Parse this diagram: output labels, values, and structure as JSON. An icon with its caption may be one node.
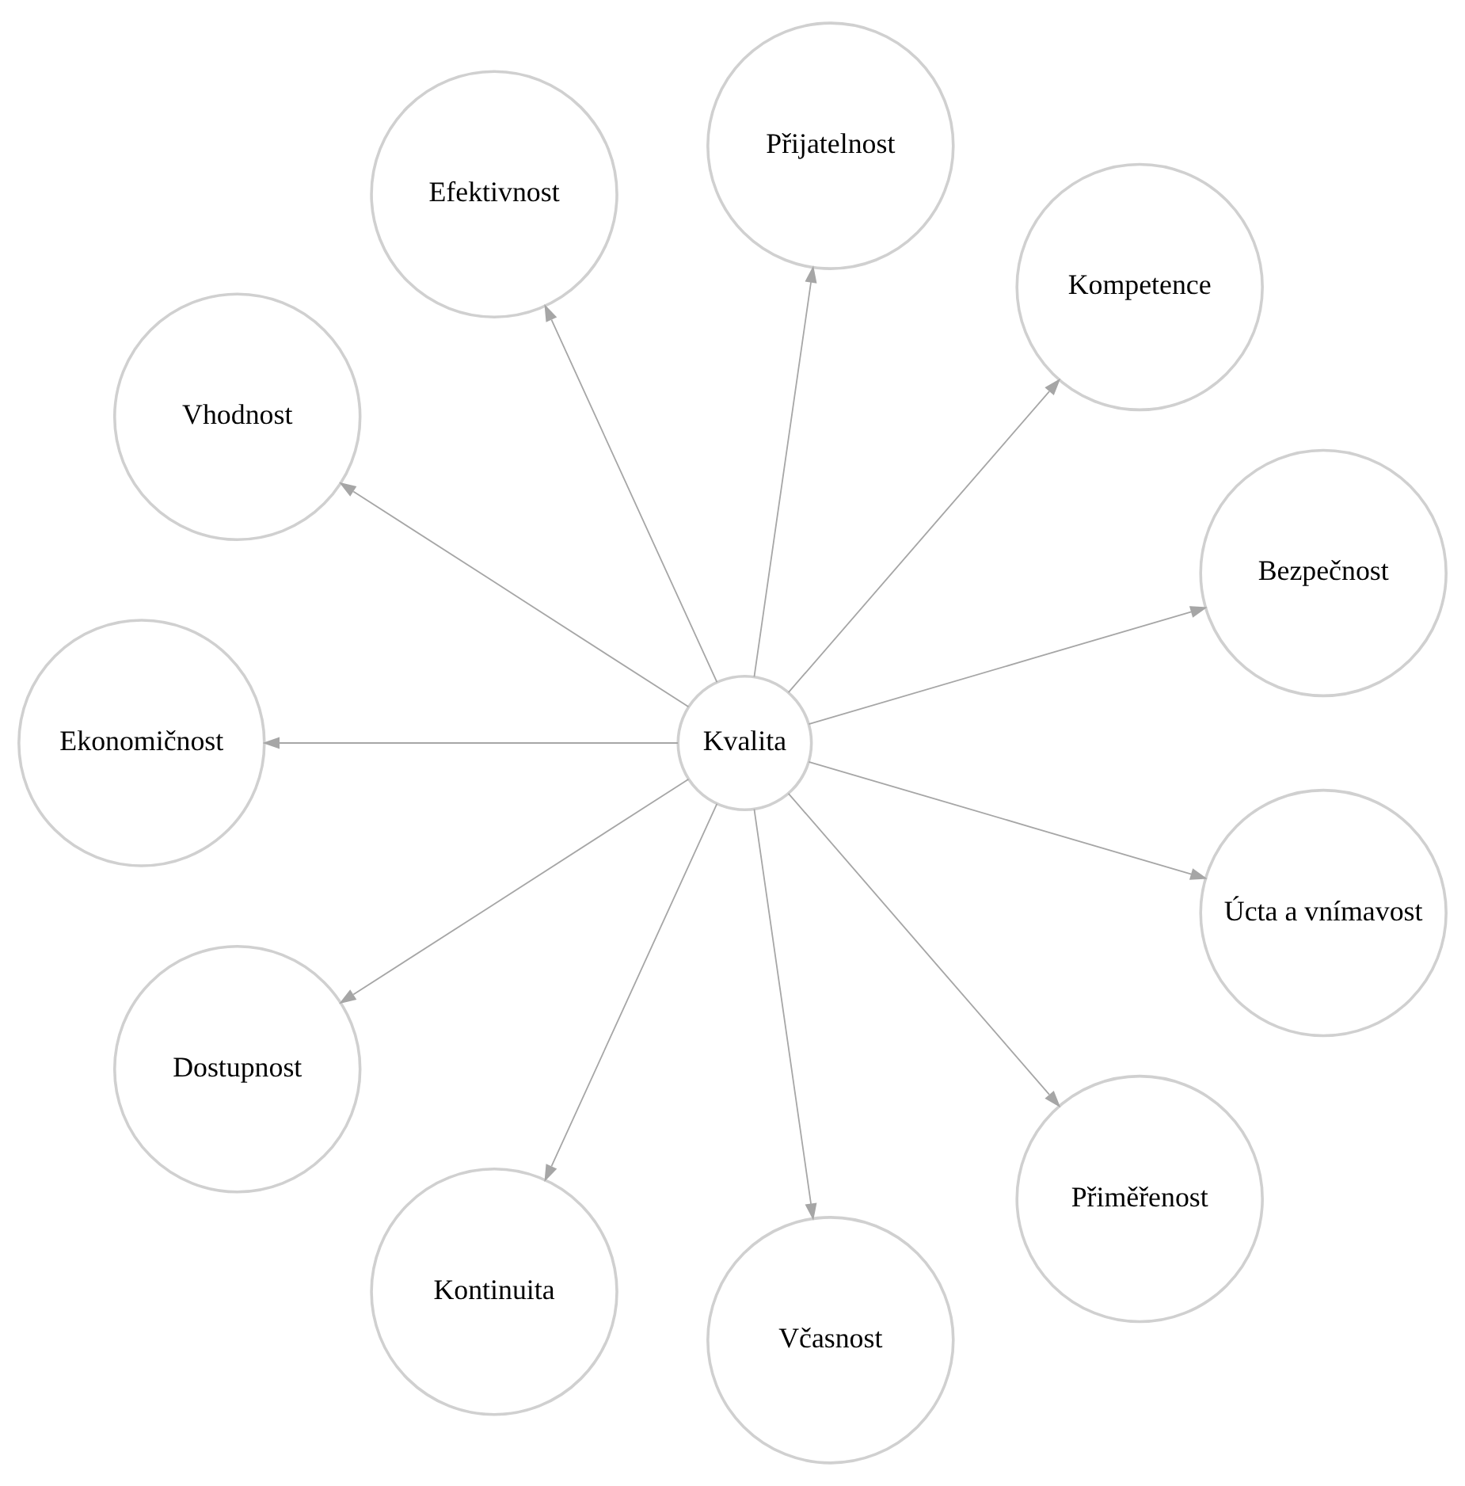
{
  "diagram": {
    "nodes": [
      {
        "text": [
          "Kvalita"
        ]
      },
      {
        "text": [
          "Bezpečnost"
        ]
      },
      {
        "text": [
          "Kompetence"
        ]
      },
      {
        "text": [
          "Přijatelnost"
        ]
      },
      {
        "text": [
          "Efektivnost"
        ]
      },
      {
        "text": [
          "Vhodnost"
        ]
      },
      {
        "text": [
          "Ekonomičnost"
        ]
      },
      {
        "text": [
          "Dostupnost"
        ]
      },
      {
        "text": [
          "Kontinuita"
        ]
      },
      {
        "text": [
          "Včasnost"
        ]
      },
      {
        "text": [
          "Přiměřenost"
        ]
      },
      {
        "text": [
          "Úcta a vnímavost"
        ]
      }
    ],
    "edges": [
      {
        "from": 0,
        "to": 1,
        "arrow": "to"
      },
      {
        "from": 0,
        "to": 2,
        "arrow": "to"
      },
      {
        "from": 0,
        "to": 3,
        "arrow": "to"
      },
      {
        "from": 0,
        "to": 4,
        "arrow": "to"
      },
      {
        "from": 0,
        "to": 5,
        "arrow": "to"
      },
      {
        "from": 0,
        "to": 6,
        "arrow": "to"
      },
      {
        "from": 0,
        "to": 7,
        "arrow": "to"
      },
      {
        "from": 0,
        "to": 8,
        "arrow": "to"
      },
      {
        "from": 0,
        "to": 9,
        "arrow": "to"
      },
      {
        "from": 0,
        "to": 10,
        "arrow": "to"
      },
      {
        "from": 0,
        "to": 11,
        "arrow": "to"
      }
    ]
  }
}
